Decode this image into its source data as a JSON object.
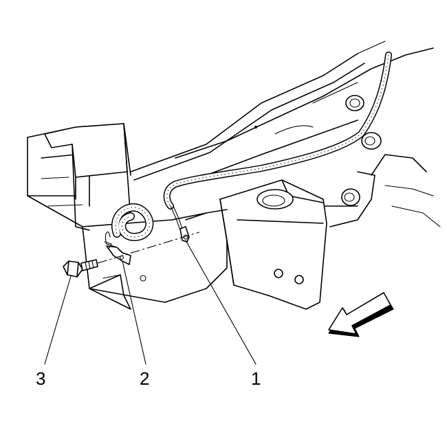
{
  "callouts": [
    {
      "label": "3"
    },
    {
      "label": "2"
    },
    {
      "label": "1"
    }
  ],
  "colors": {
    "ink": "#000000",
    "paper": "#ffffff"
  }
}
